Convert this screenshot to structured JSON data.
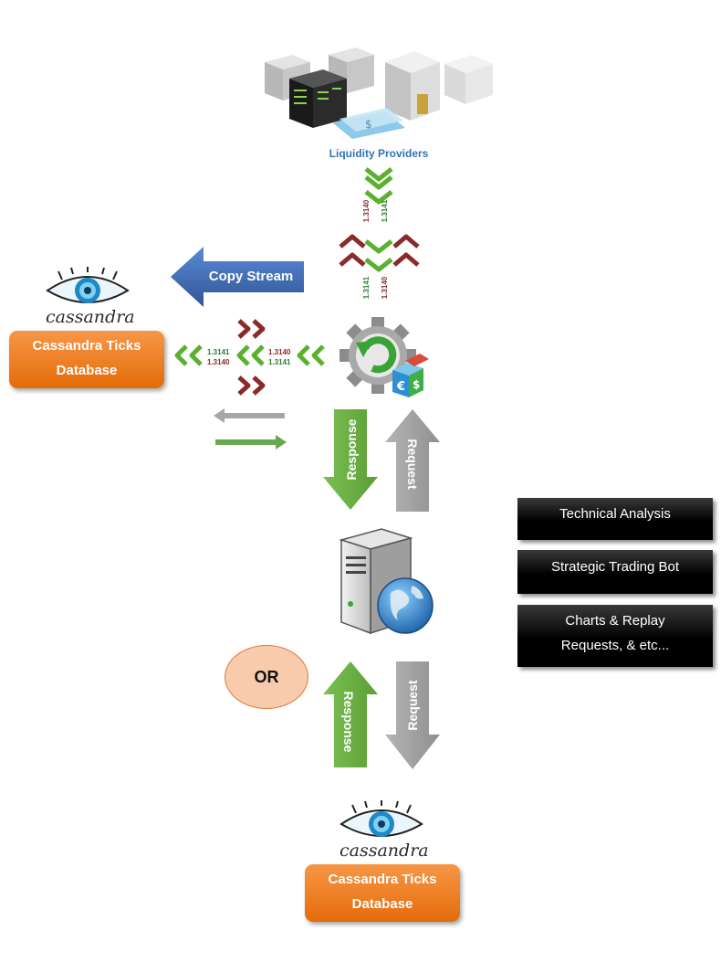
{
  "top": {
    "liquidity_providers_label": "Liquidity Providers"
  },
  "copy_stream": {
    "label": "Copy Stream"
  },
  "cassandra_left": {
    "logo_text": "cassandra",
    "box_line1": "Cassandra Ticks",
    "box_line2": "Database"
  },
  "cassandra_bottom": {
    "logo_text": "cassandra",
    "box_line1": "Cassandra Ticks",
    "box_line2": "Database"
  },
  "ticks": {
    "top_left": "1.3140",
    "top_right": "1.3141",
    "mid_left": "1.3141",
    "mid_right": "1.3140",
    "left_a_top": "1.3141",
    "left_a_bottom": "1.3140",
    "left_b_top": "1.3140",
    "left_b_bottom": "1.3141"
  },
  "upper_arrows": {
    "response": "Response",
    "request": "Request"
  },
  "lower_arrows": {
    "response": "Response",
    "request": "Request"
  },
  "or_label": "OR",
  "services": {
    "item1": "Technical Analysis",
    "item2": "Strategic Trading Bot",
    "item3_line1": "Charts & Replay",
    "item3_line2": "Requests, & etc..."
  },
  "colors": {
    "green": "#6aa84f",
    "gray": "#a6a6a6",
    "blue": "#4472c4",
    "orange": "#ed7d31",
    "darkred": "#8b2a2a"
  }
}
